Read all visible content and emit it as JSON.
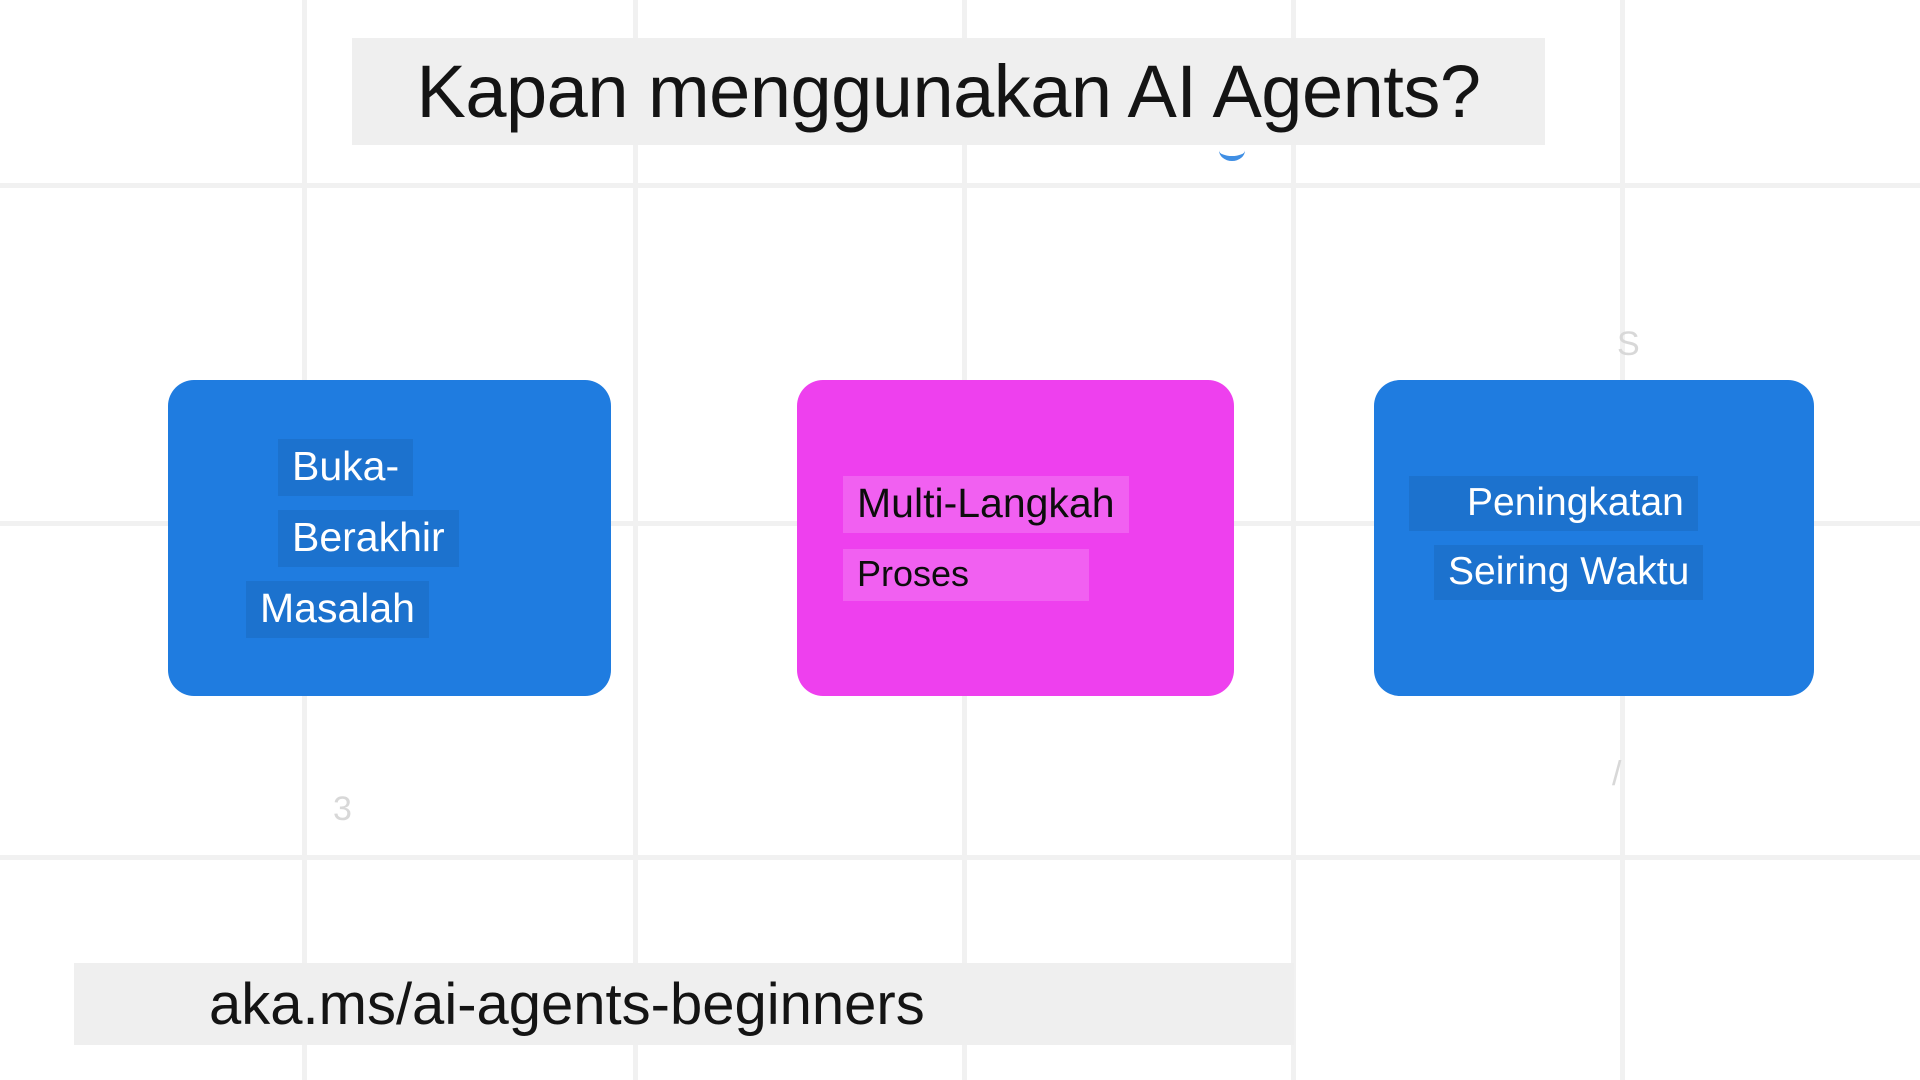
{
  "slide": {
    "title": "Kapan menggunakan AI Agents?",
    "footer_url": "aka.ms/ai-agents-beginners",
    "background_color": "#ffffff",
    "highlight_band_color": "#efefef",
    "grid_line_color": "#f1f1f1"
  },
  "cards": [
    {
      "id": "open-ended",
      "accent_color": "#1f7ce0",
      "text_color": "#ffffff",
      "lines": [
        "Buka-",
        "Berakhir",
        "Masalah"
      ]
    },
    {
      "id": "multi-step",
      "accent_color": "#ee40ee",
      "text_color": "#0d0d0d",
      "lines": [
        "Multi-Langkah",
        "Proses"
      ]
    },
    {
      "id": "improvement",
      "accent_color": "#1f7ce0",
      "text_color": "#ffffff",
      "lines": [
        "Peningkatan",
        "Seiring Waktu"
      ]
    }
  ],
  "stray_marks": [
    "S",
    "3",
    "/"
  ]
}
